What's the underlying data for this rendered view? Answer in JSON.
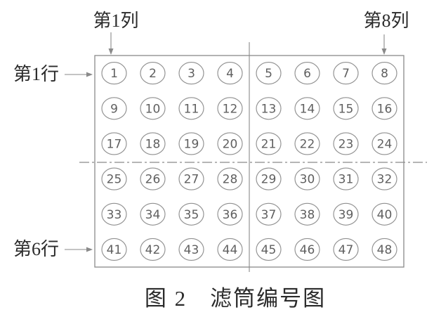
{
  "figure": {
    "caption": "图 2　滤筒编号图",
    "annotations": {
      "first_column": "第1列",
      "last_column": "第8列",
      "first_row": "第1行",
      "last_row": "第6行"
    },
    "grid": {
      "rows": 6,
      "columns": 8,
      "cartridge_numbers": [
        1,
        2,
        3,
        4,
        5,
        6,
        7,
        8,
        9,
        10,
        11,
        12,
        13,
        14,
        15,
        16,
        17,
        18,
        19,
        20,
        21,
        22,
        23,
        24,
        25,
        26,
        27,
        28,
        29,
        30,
        31,
        32,
        33,
        34,
        35,
        36,
        37,
        38,
        39,
        40,
        41,
        42,
        43,
        44,
        45,
        46,
        47,
        48
      ]
    },
    "colors": {
      "background": "#ffffff",
      "line": "#8a8a8a",
      "circle_outline": "#909090",
      "number_text": "#5f5f5f",
      "label_text": "#2b2b2b"
    }
  }
}
